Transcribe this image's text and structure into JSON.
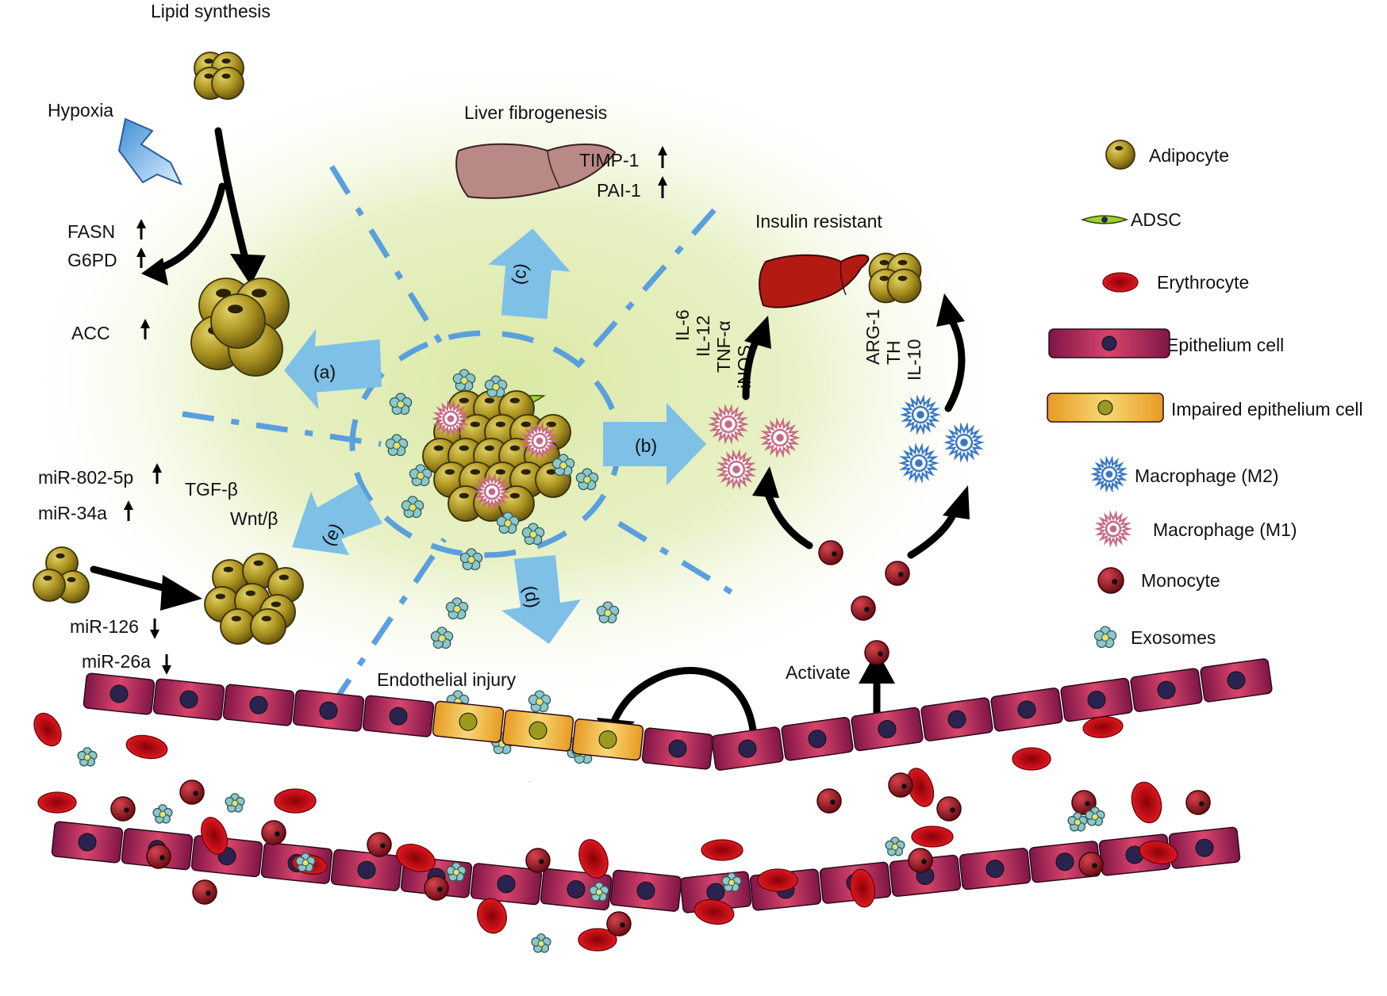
{
  "colors": {
    "adipocyte": "#a9911f",
    "adipocyte_light": "#d6c455",
    "erythrocyte": "#c7070f",
    "epithelium": "#8a1a52",
    "epithelium_mid": "#d43d6a",
    "nucleus": "#2a2350",
    "impaired": "#f0b83a",
    "arrow_blue": "#7ec0e6",
    "dash_blue": "#5a9fde",
    "glow": "#e7f1c4",
    "monocyte": "#9a1822",
    "m1": "#c76b85",
    "m2": "#3b78c2",
    "exosome": "#8fc7c9",
    "liver_pale": "#b98986",
    "liver_red": "#b31b12",
    "adsc": "#9cd22f"
  },
  "labels": {
    "lipid_synthesis": "Lipid synthesis",
    "hypoxia": "Hypoxia",
    "fasn": "FASN",
    "g6pd": "G6PD",
    "acc": "ACC",
    "liver_fibrogenesis": "Liver fibrogenesis",
    "timp1": "TIMP-1",
    "pai1": "PAI-1",
    "insulin_resistant": "Insulin resistant",
    "il6": "IL-6",
    "il12": "IL-12",
    "tnfa": "TNF-α",
    "inos": "iNOS",
    "arg1": "ARG-1",
    "th": "TH",
    "il10": "IL-10",
    "mir802": "miR-802-5p",
    "mir34a": "miR-34a",
    "tgfb": "TGF-β",
    "wnt": "Wnt/β",
    "mir126": "miR-126",
    "mir26a": "miR-26a",
    "endothelial_injury": "Endothelial injury",
    "activate": "Activate",
    "arrow_a": "(a)",
    "arrow_b": "(b)",
    "arrow_c": "(c)",
    "arrow_d": "(d)",
    "arrow_e": "(e)"
  },
  "legend": {
    "adipocyte": "Adipocyte",
    "adsc": "ADSC",
    "erythrocyte": "Erythrocyte",
    "epithelium": "Epithelium cell",
    "impaired": "Impaired epithelium cell",
    "m2": "Macrophage (M2)",
    "m1": "Macrophage (M1)",
    "monocyte": "Monocyte",
    "exosomes": "Exosomes"
  }
}
